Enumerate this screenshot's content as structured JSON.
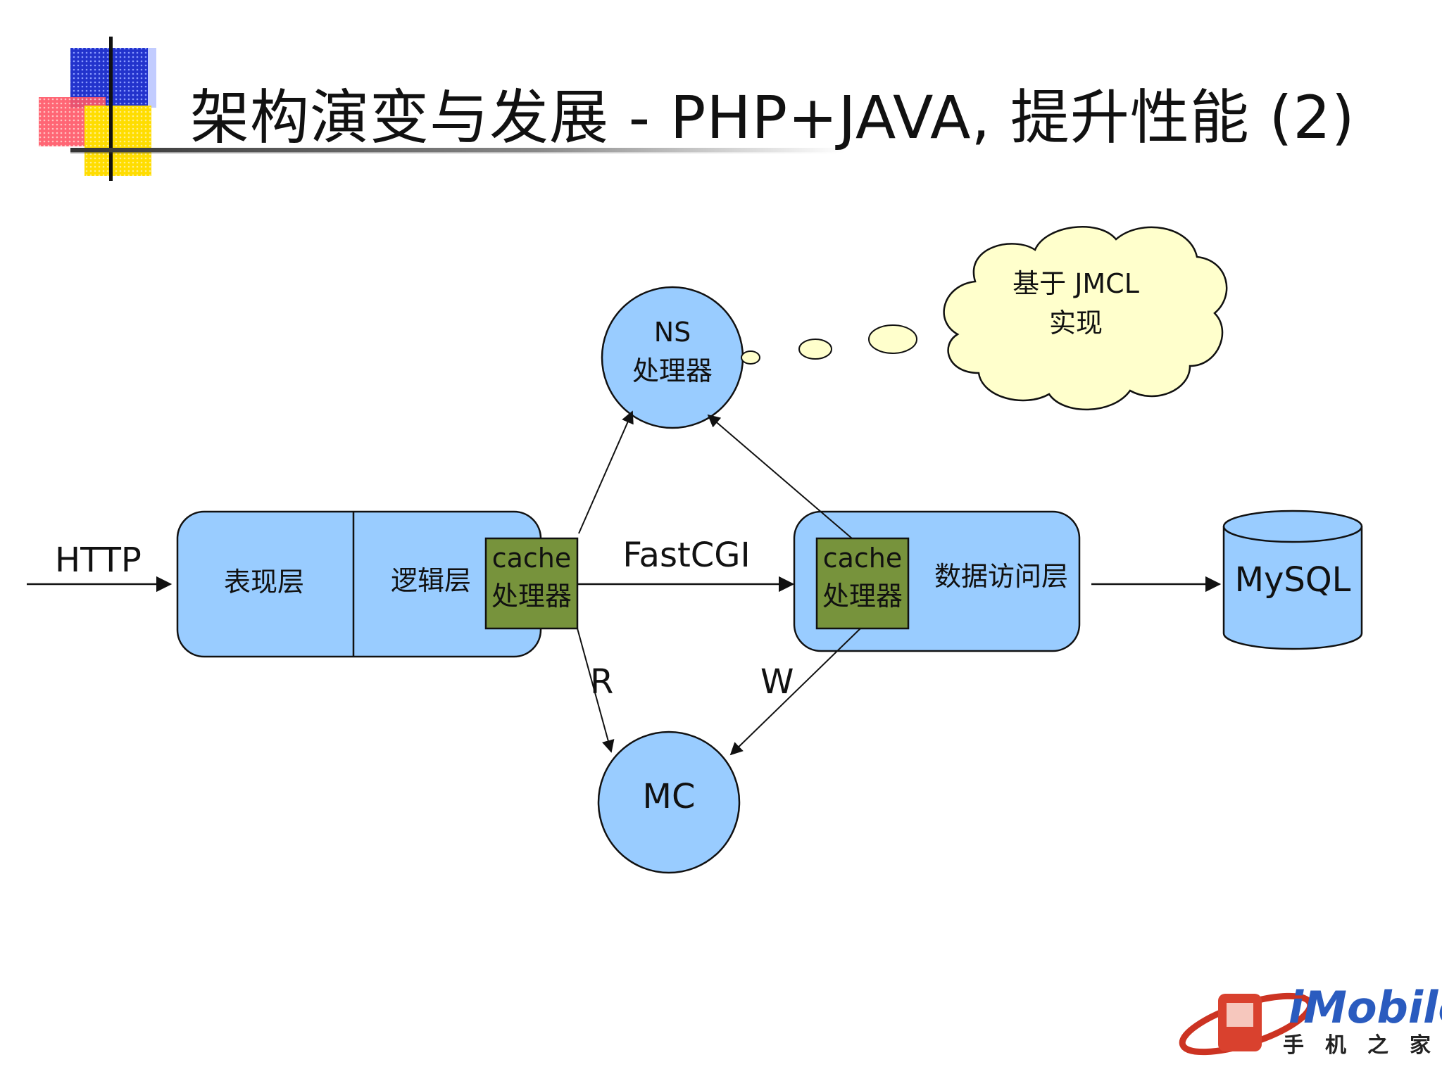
{
  "slide": {
    "title": "架构演变与发展  - PHP+JAVA, 提升性能 (2)"
  },
  "diagram": {
    "http_label": "HTTP",
    "presentation_layer": "表现层",
    "logic_layer": "逻辑层",
    "cache_left_line1": "cache",
    "cache_left_line2": "处理器",
    "fastcgi_label": "FastCGI",
    "cache_right_line1": "cache",
    "cache_right_line2": "处理器",
    "data_access_layer": "数据访问层",
    "mysql_label": "MySQL",
    "ns_line1": "NS",
    "ns_line2": "处理器",
    "mc_label": "MC",
    "read_label": "R",
    "write_label": "W",
    "cloud_line1": "基于 JMCL",
    "cloud_line2": "实现"
  },
  "logo": {
    "brand": "iMobile",
    "subtitle": "手机之家"
  },
  "colors": {
    "layer_fill": "#99ccff",
    "cache_fill": "#77933c",
    "cloud_fill": "#ffffcc",
    "line": "#111111"
  }
}
